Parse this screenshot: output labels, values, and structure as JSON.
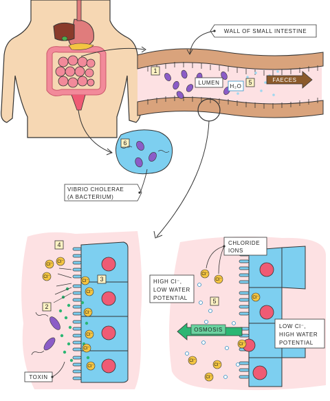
{
  "labels": {
    "wall": "WALL OF SMALL INTESTINE",
    "lumen": "LUMEN",
    "water": "H₂O",
    "faeces": "FAECES",
    "vibrio_line1": "VIBRIO CHOLERAE",
    "vibrio_line2": "(A BACTERIUM)",
    "chloride_line1": "CHLORIDE",
    "chloride_line2": "IONS",
    "high_line1": "HIGH Cl⁻,",
    "high_line2": "LOW WATER",
    "high_line3": "POTENTIAL",
    "low_line1": "LOW Cl⁻,",
    "low_line2": "HIGH WATER",
    "low_line3": "POTENTIAL",
    "osmosis": "OSMOSIS",
    "toxin": "TOXIN",
    "ion": "Cl⁻"
  },
  "steps": [
    "1",
    "2",
    "3",
    "4",
    "5",
    "6"
  ],
  "colors": {
    "skin": "#f6d7b3",
    "stomach": "#e07c7c",
    "intestine": "#f28a9a",
    "liver": "#8a3b2b",
    "wall": "#d9a37c",
    "lumen": "#fde1e3",
    "cell": "#7dcff0",
    "nucleus": "#ef5b74",
    "ion": "#f4c542",
    "bacterium": "#8b5cc7",
    "osmosis": "#2bb673",
    "faeces": "#8b5a2b",
    "water_dot": "#9ed7f0"
  }
}
